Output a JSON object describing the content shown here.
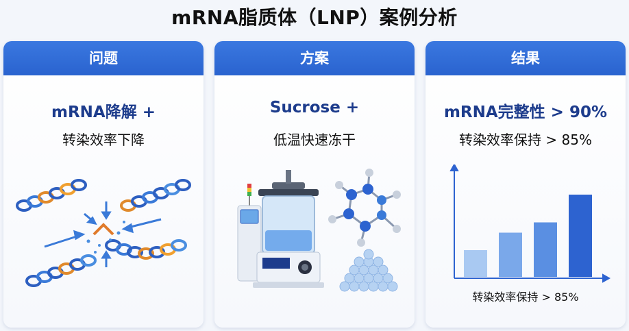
{
  "title": "mRNA脂质体（LNP）案例分析",
  "cards": [
    {
      "header": "问题",
      "line1": "mRNA降解 +",
      "line2": "转染效率下降"
    },
    {
      "header": "方案",
      "line1": "Sucrose +",
      "line2": "低温快速冻干"
    },
    {
      "header": "结果",
      "line1": "mRNA完整性 > 90%",
      "line2": "转染效率保持 > 85%"
    }
  ],
  "chart_data": {
    "type": "bar",
    "categories": [
      "",
      "",
      "",
      ""
    ],
    "values": [
      26,
      43,
      53,
      80
    ],
    "ylim": [
      0,
      100
    ],
    "caption": "转染效率保持 > 85%",
    "colors": [
      "#a9c9f2",
      "#7aa8ea",
      "#5a8fe2",
      "#2d63d0"
    ],
    "grid": false
  },
  "colors": {
    "header": "#2f6bd6",
    "accent": "#1d3c8c"
  }
}
